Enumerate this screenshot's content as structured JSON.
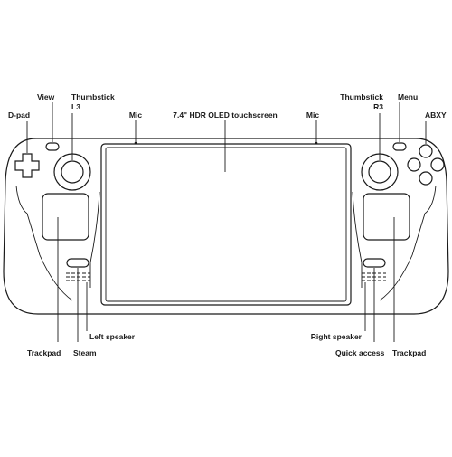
{
  "labels": {
    "dpad": "D-pad",
    "view": "View",
    "thumbstick_l3_line1": "Thumbstick",
    "thumbstick_l3_line2": "L3",
    "mic_left": "Mic",
    "screen": "7.4\" HDR OLED touchscreen",
    "mic_right": "Mic",
    "thumbstick_r3_line1": "Thumbstick",
    "thumbstick_r3_line2": "R3",
    "menu": "Menu",
    "abxy": "ABXY",
    "left_speaker": "Left speaker",
    "trackpad_left": "Trackpad",
    "steam": "Steam",
    "right_speaker": "Right speaker",
    "quick_access": "Quick access",
    "trackpad_right": "Trackpad"
  },
  "colors": {
    "line": "#1a1a1a",
    "background": "#ffffff"
  }
}
